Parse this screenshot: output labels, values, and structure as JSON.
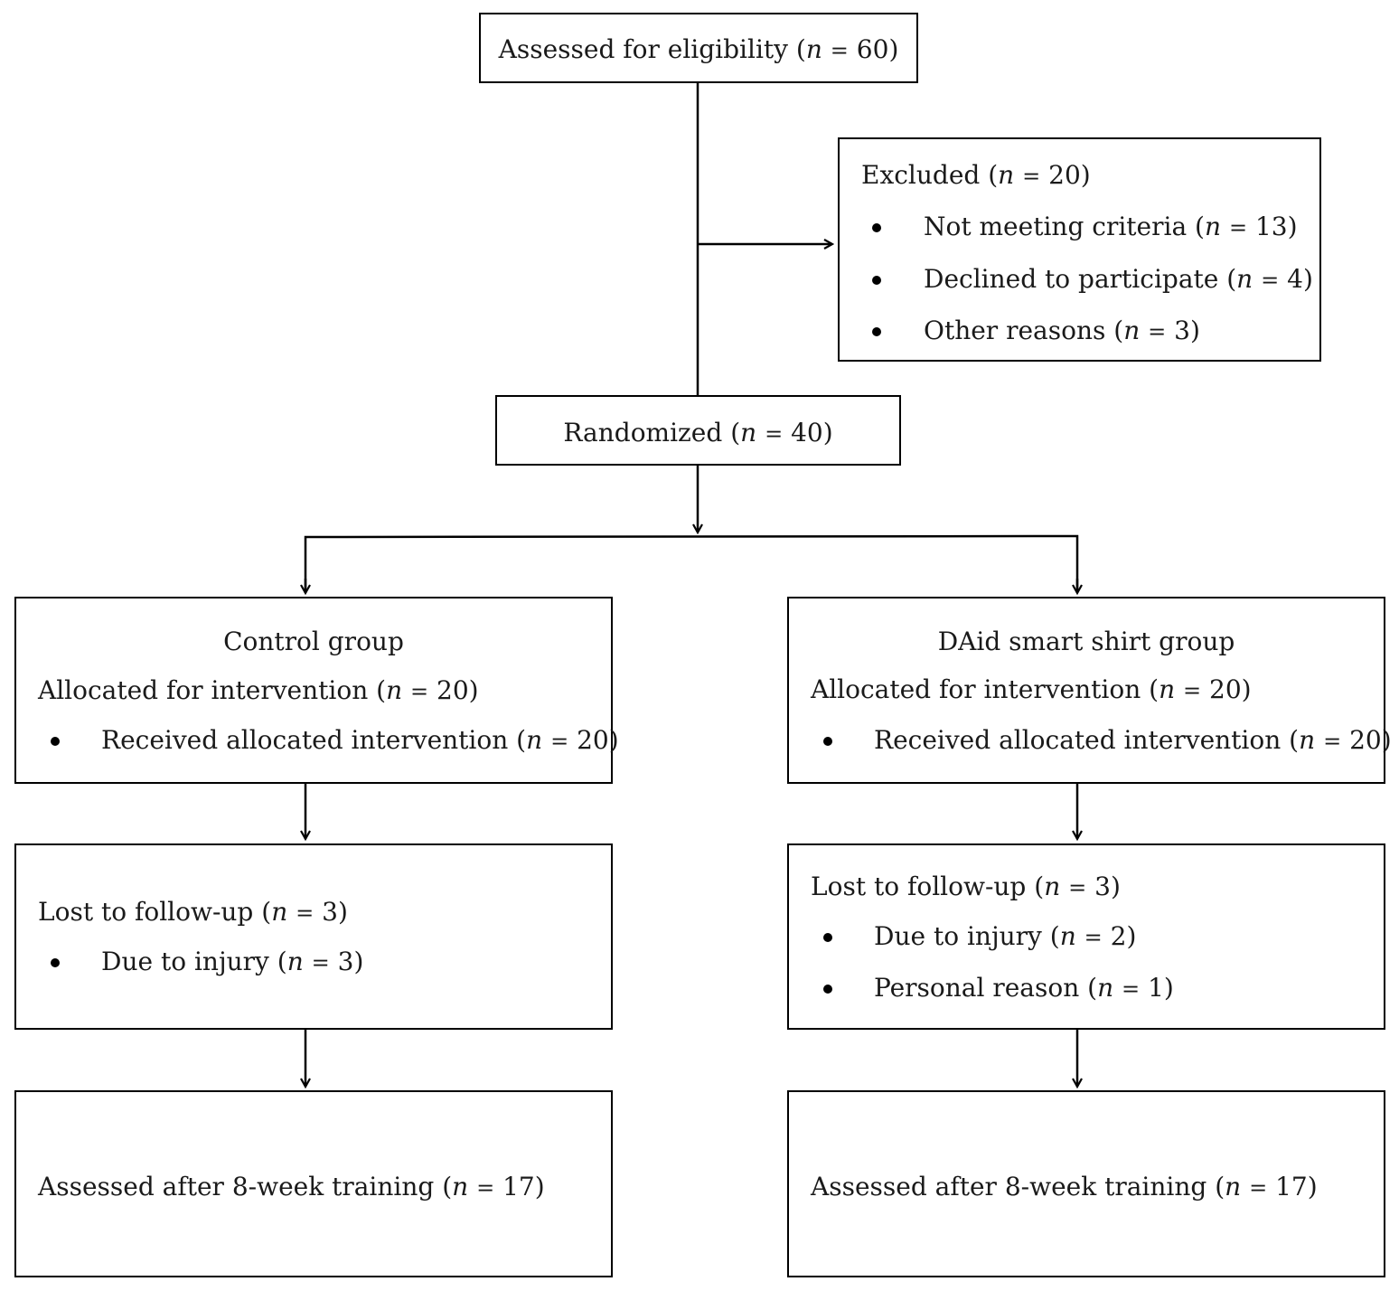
{
  "boxes": {
    "assessed": {
      "label": "Assessed for eligibility",
      "n": "60"
    },
    "excluded": {
      "label": "Excluded",
      "n": "20",
      "items": [
        {
          "label": "Not meeting criteria",
          "n": "13"
        },
        {
          "label": "Declined to participate",
          "n": "4"
        },
        {
          "label": "Other reasons",
          "n": "3"
        }
      ]
    },
    "randomized": {
      "label": "Randomized",
      "n": "40"
    },
    "control_alloc": {
      "title": "Control group",
      "label": "Allocated for intervention",
      "n": "20",
      "items": [
        {
          "label": "Received allocated intervention",
          "n": "20"
        }
      ]
    },
    "daid_alloc": {
      "title": "DAid smart shirt group",
      "label": "Allocated for intervention",
      "n": "20",
      "items": [
        {
          "label": "Received allocated intervention",
          "n": "20"
        }
      ]
    },
    "control_followup": {
      "label": "Lost to follow-up",
      "n": "3",
      "items": [
        {
          "label": "Due to injury",
          "n": "3"
        }
      ]
    },
    "daid_followup": {
      "label": "Lost to follow-up",
      "n": "3",
      "items": [
        {
          "label": "Due to injury",
          "n": "2"
        },
        {
          "label": "Personal reason",
          "n": "1"
        }
      ]
    },
    "control_assessed": {
      "label": "Assessed after 8-week training",
      "n": "17"
    },
    "daid_assessed": {
      "label": "Assessed after 8-week training",
      "n": "17"
    }
  },
  "n_symbol": "n",
  "eq_symbol": "=",
  "line_color": "#000000"
}
